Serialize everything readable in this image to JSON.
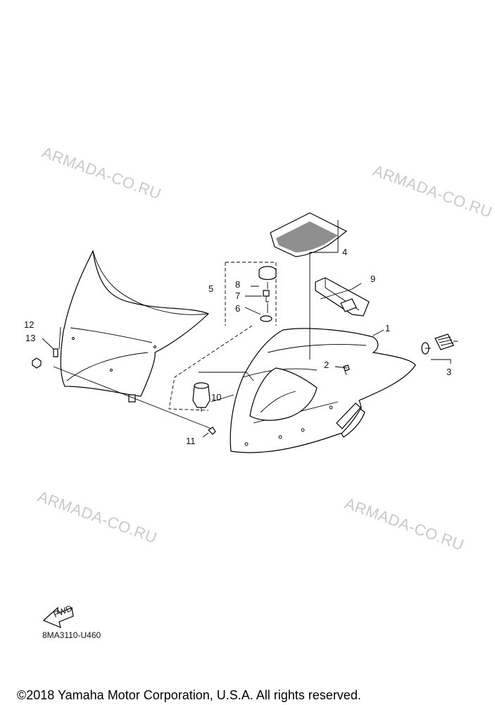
{
  "watermarks": [
    "ARMADA-CO.RU",
    "ARMADA-CO.RU",
    "ARMADA-CO.RU",
    "ARMADA-CO.RU"
  ],
  "callouts": [
    "1",
    "2",
    "3",
    "4",
    "5",
    "6",
    "7",
    "8",
    "9",
    "10",
    "11",
    "12",
    "13"
  ],
  "fwd_label": "FWD",
  "diagram_code": "8MA3110-U460",
  "copyright": "©2018 Yamaha Motor Corporation, U.S.A. All rights reserved."
}
